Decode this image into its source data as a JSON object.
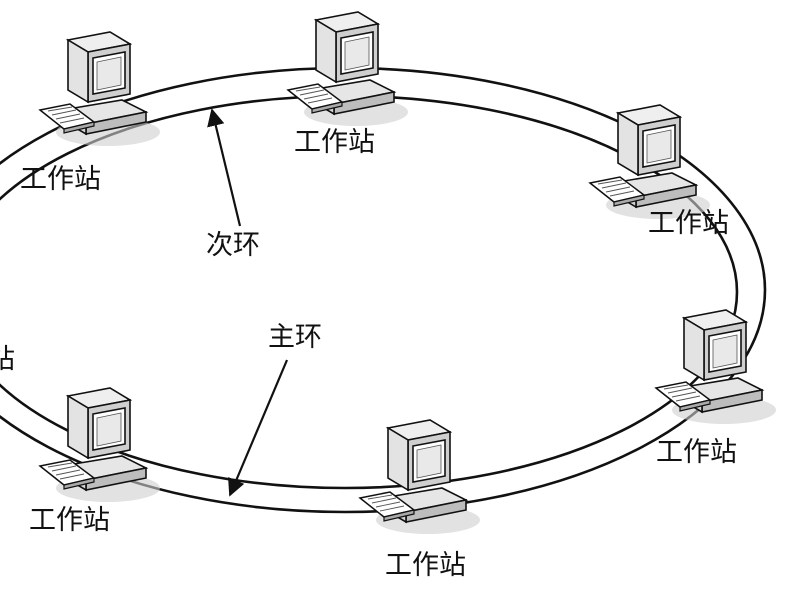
{
  "stations": [
    {
      "label": "工作站",
      "name": "workstation-top-left"
    },
    {
      "label": "工作站",
      "name": "workstation-top-center"
    },
    {
      "label": "工作站",
      "name": "workstation-top-right"
    },
    {
      "label": "工作站",
      "name": "workstation-right"
    },
    {
      "label": "工作站",
      "name": "workstation-bottom-center"
    },
    {
      "label": "工作站",
      "name": "workstation-bottom-left"
    },
    {
      "label": "站",
      "name": "workstation-left-partial"
    }
  ],
  "rings": {
    "secondary_label": "次环",
    "primary_label": "主环"
  },
  "icons": {
    "station_icon": "computer-icon"
  }
}
